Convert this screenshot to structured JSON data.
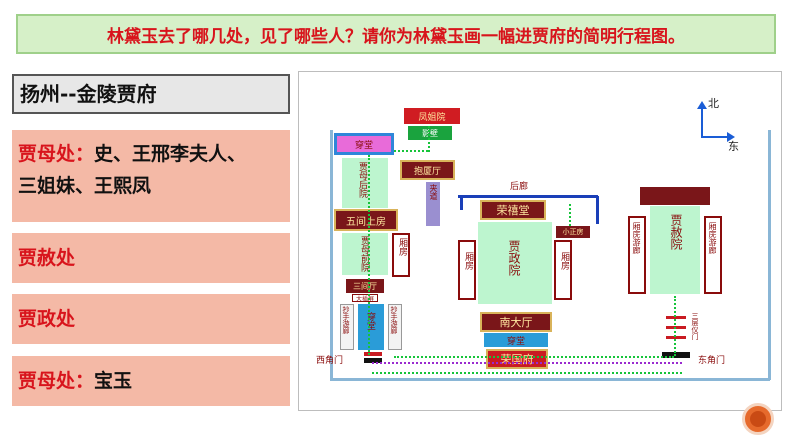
{
  "banner": {
    "question": "林黛玉去了哪几处，见了哪些人？请你为林黛玉画一幅进贾府的简明行程图。"
  },
  "left": {
    "route": "扬州--金陵贾府",
    "jiamu_label": "贾母处：",
    "jiamu_people_1": "史、王邢李夫人、",
    "jiamu_people_2": "三姐妹、王熙凤",
    "jiashe": "贾赦处",
    "jiazheng": "贾政处",
    "jiamu2_label": "贾母处：",
    "jiamu2_people": "宝玉"
  },
  "map": {
    "north": "北",
    "east": "东",
    "fengjie": "凤姐院",
    "yingbi": "影壁",
    "tang1": "穿堂",
    "baoxiating": "抱厦厅",
    "jiamu_houyuan": "贾母后院",
    "jiadao": "夹道",
    "wujian": "五间上房",
    "jiamu_qianyuan": "贾母前院",
    "xiangfang": "厢房",
    "sanjianting": "三间厅",
    "dachuatang": "大插屏",
    "chaoshou_left": "抄手游廊",
    "chaoshou_right": "抄手游廊",
    "tang2": "穿堂",
    "xijiaomen": "西角门",
    "houlang": "后廊",
    "ronghitang": "荣禧堂",
    "xiaozhengfang": "小正房",
    "xiangfang_l": "厢房",
    "xiangfang_r": "厢房",
    "jiazheng_yuan": "贾政院",
    "nandating": "南大厅",
    "tang3": "穿堂",
    "rongguofu": "荣国府",
    "xiangfang_youlang_l": "厢庑游廊",
    "xiangfang_youlang_r": "厢庑游廊",
    "jiashe_yuan": "贾赦院",
    "sancengyimen": "三层仪门",
    "dongjiaomen": "东角门"
  }
}
